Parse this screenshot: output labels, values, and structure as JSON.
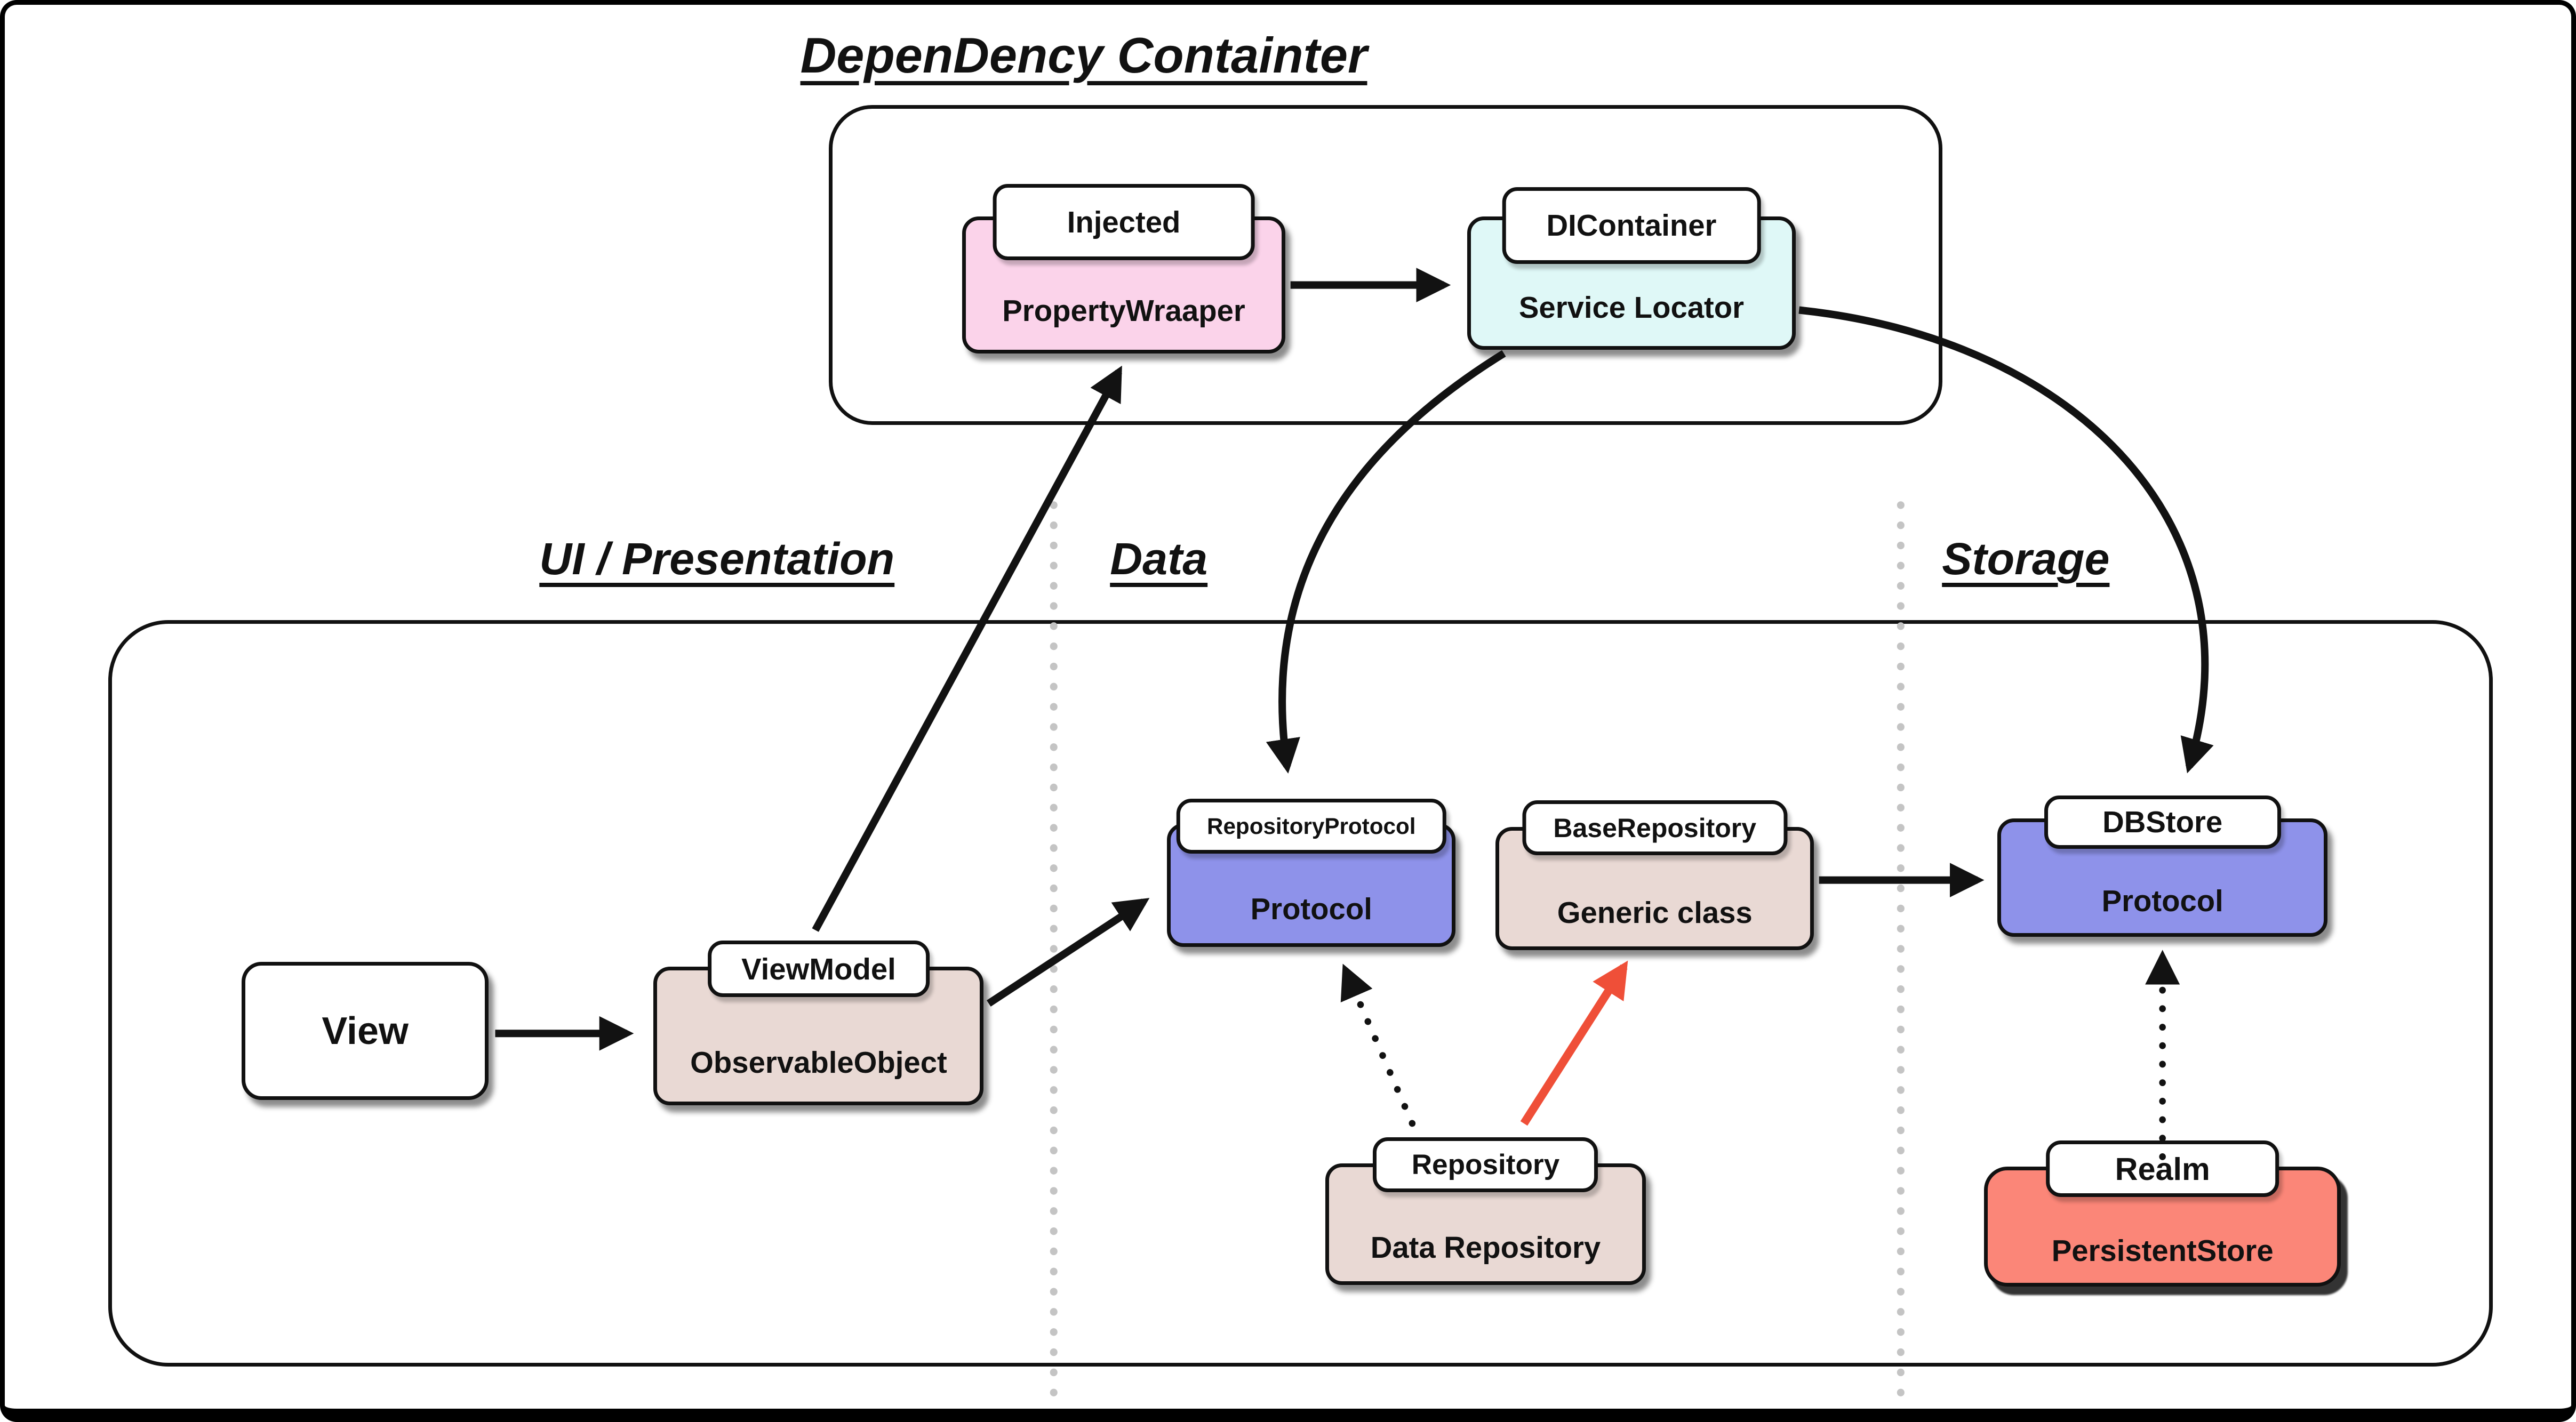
{
  "frame": {
    "title": "DepenDency Containter"
  },
  "sections": {
    "ui": "UI / Presentation",
    "data": "Data",
    "storage": "Storage"
  },
  "nodes": {
    "injected": {
      "tab": "Injected",
      "body": "PropertyWraaper"
    },
    "dicontainer": {
      "tab": "DIContainer",
      "body": "Service Locator"
    },
    "view": {
      "body": "View"
    },
    "viewmodel": {
      "tab": "ViewModel",
      "body": "ObservableObject"
    },
    "repository_protocol": {
      "tab": "RepositoryProtocol",
      "body": "Protocol"
    },
    "base_repository": {
      "tab": "BaseRepository",
      "body": "Generic class"
    },
    "repository": {
      "tab": "Repository",
      "body": "Data Repository"
    },
    "dbstore": {
      "tab": "DBStore",
      "body": "Protocol"
    },
    "realm": {
      "tab": "Realm",
      "body": "PersistentStore"
    }
  },
  "colors": {
    "node_pink": "#FBD3EA",
    "node_cyan": "#DFF8F7",
    "node_tan": "#E9D9D4",
    "node_blue": "#8E92EA",
    "node_salmon": "#FB8678",
    "node_white": "#FFFFFF",
    "arrow": "#121212",
    "arrow_red": "#EF4F38",
    "divider": "#C4C4C4"
  },
  "edges": [
    {
      "from": "View",
      "to": "ViewModel ObservableObject",
      "style": "solid"
    },
    {
      "from": "ViewModel ObservableObject",
      "to": "RepositoryProtocol Protocol",
      "style": "solid"
    },
    {
      "from": "ViewModel ObservableObject",
      "to": "Injected PropertyWraaper",
      "style": "solid"
    },
    {
      "from": "Injected PropertyWraaper",
      "to": "DIContainer Service Locator",
      "style": "solid"
    },
    {
      "from": "DIContainer Service Locator",
      "to": "RepositoryProtocol Protocol",
      "style": "solid-curve"
    },
    {
      "from": "DIContainer Service Locator",
      "to": "DBStore Protocol",
      "style": "solid-curve"
    },
    {
      "from": "Repository Data Repository",
      "to": "RepositoryProtocol Protocol",
      "style": "dotted"
    },
    {
      "from": "Repository Data Repository",
      "to": "BaseRepository Generic class",
      "style": "solid-red"
    },
    {
      "from": "BaseRepository Generic class",
      "to": "DBStore Protocol",
      "style": "solid"
    },
    {
      "from": "Realm PersistentStore",
      "to": "DBStore Protocol",
      "style": "dotted"
    }
  ]
}
